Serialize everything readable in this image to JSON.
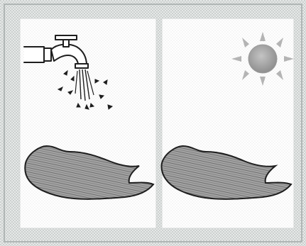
{
  "figure": {
    "panels": [
      {
        "id": "left",
        "depicts": [
          "water-tap",
          "water-drops",
          "puddle"
        ]
      },
      {
        "id": "right",
        "depicts": [
          "sun",
          "puddle"
        ]
      }
    ]
  },
  "colors": {
    "frame": "#cfd4d3",
    "frame_dark": "#9aa1a0",
    "panel_dots": "#d6d6d6",
    "line": "#1e1e1e",
    "puddle_fill": "#9b9b9b",
    "sun_fill": "#a6a6a6",
    "sun_rays": "#b4b4b4"
  }
}
